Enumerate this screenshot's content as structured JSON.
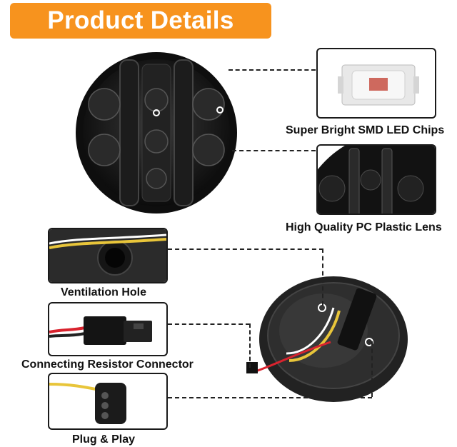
{
  "banner": {
    "title": "Product Details",
    "color": "#f7931e"
  },
  "features": [
    {
      "label": "Super Bright SMD LED Chips"
    },
    {
      "label": "High Quality PC Plastic Lens"
    },
    {
      "label": "Ventilation Hole"
    },
    {
      "label": "Connecting Resistor Connector"
    },
    {
      "label": "Plug & Play"
    }
  ],
  "icons": [
    "led-lamp-front",
    "smd-led-chip",
    "lens-closeup",
    "vent-hole",
    "resistor-connector",
    "plug-connector",
    "lamp-back-housing"
  ]
}
